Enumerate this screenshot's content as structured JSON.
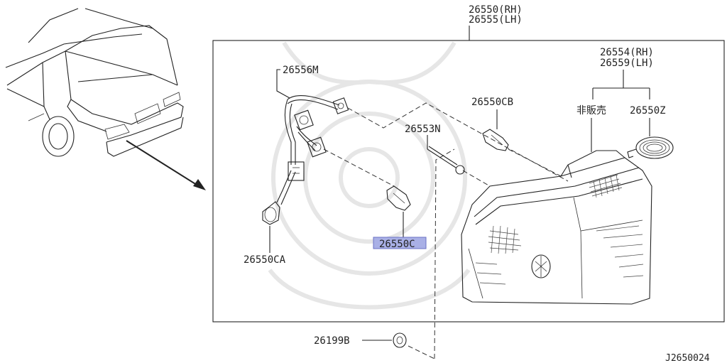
{
  "labels": {
    "assy_rh": "26550(RH)",
    "assy_lh": "26555(LH)",
    "harness": "26556M",
    "lens_rh": "26554(RH)",
    "lens_lh": "26559(LH)",
    "not_sold": "非販売",
    "seal": "26550Z",
    "bulb_cb": "26550CB",
    "screw": "26553N",
    "bulb_ca": "26550CA",
    "bulb_c": "26550C",
    "nut": "26199B",
    "diagram_code": "J2650024"
  },
  "colors": {
    "line": "#222222",
    "highlight": "#a9b0e6",
    "watermark": "#e6e6e6"
  }
}
